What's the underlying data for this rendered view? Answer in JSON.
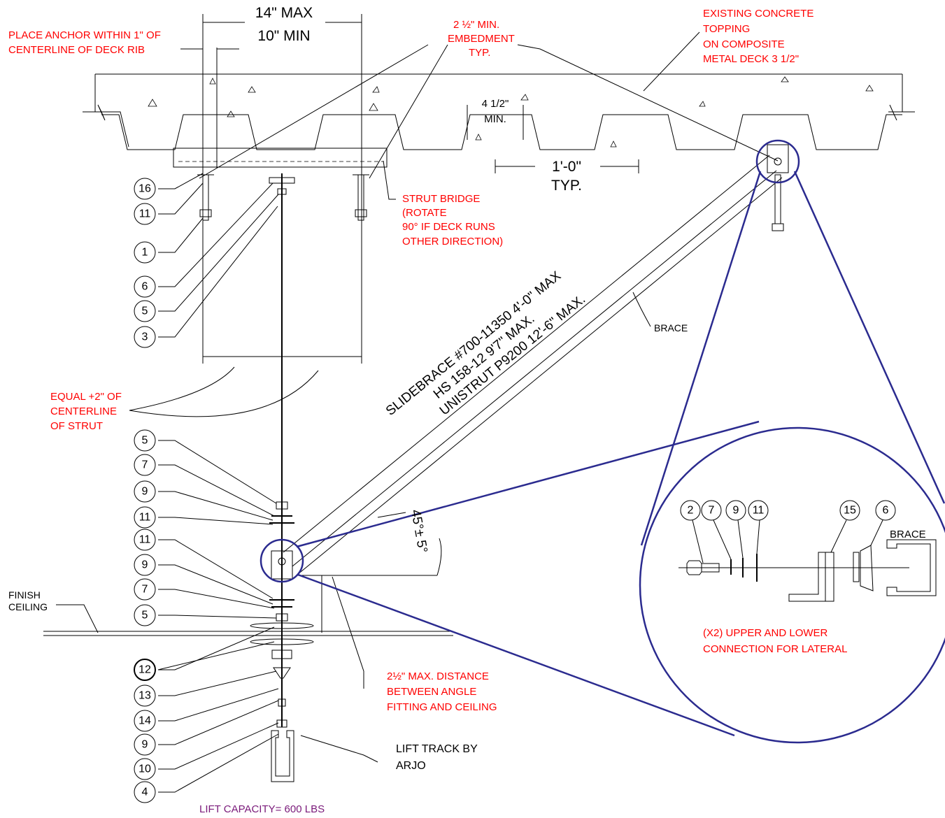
{
  "dimensions": {
    "max_width": "14\" MAX",
    "min_width": "10\" MIN",
    "rib_width": "4 1/2\"",
    "rib_min": "MIN.",
    "spacing": "1'-0\"",
    "spacing_typ": "TYP."
  },
  "notes": {
    "anchor": [
      "PLACE ANCHOR WITHIN 1\" OF",
      "CENTERLINE OF DECK  RIB"
    ],
    "embedment": [
      "2 ½\" MIN.",
      "EMBEDMENT",
      "TYP."
    ],
    "concrete": [
      "EXISTING CONCRETE",
      "TOPPING",
      "ON COMPOSITE",
      "METAL DECK 3 1/2\""
    ],
    "strut_bridge": [
      "STRUT BRIDGE",
      "(ROTATE",
      "90° IF DECK RUNS",
      "OTHER DIRECTION)"
    ],
    "equal": [
      "EQUAL +2\" OF",
      "CENTERLINE",
      "OF STRUT"
    ],
    "max_distance": [
      "2½\" MAX. DISTANCE",
      "BETWEEN ANGLE",
      "FITTING AND CEILING"
    ],
    "connection": [
      "(X2) UPPER AND LOWER",
      "CONNECTION FOR LATERAL"
    ]
  },
  "brace_text": [
    "SLIDEBRACE #700-11350 4'-0\" MAX",
    "HS 158-12  9'7\" MAX.",
    "UNISTRUT P9200 12'-6\" MAX."
  ],
  "angle": "45°± 5°",
  "labels": {
    "brace": "BRACE",
    "brace_detail": "BRACE",
    "finish_ceiling": [
      "FINISH",
      "CEILING"
    ],
    "lift_track": [
      "LIFT TRACK BY",
      "ARJO"
    ],
    "capacity": "LIFT CAPACITY= 600 LBS"
  },
  "callouts_left": [
    "16",
    "11",
    "1",
    "6",
    "5",
    "3",
    "5",
    "7",
    "9",
    "11",
    "11",
    "9",
    "7",
    "5",
    "12",
    "13",
    "14",
    "9",
    "10",
    "4"
  ],
  "callouts_detail": [
    "2",
    "7",
    "9",
    "11",
    "15",
    "6"
  ]
}
